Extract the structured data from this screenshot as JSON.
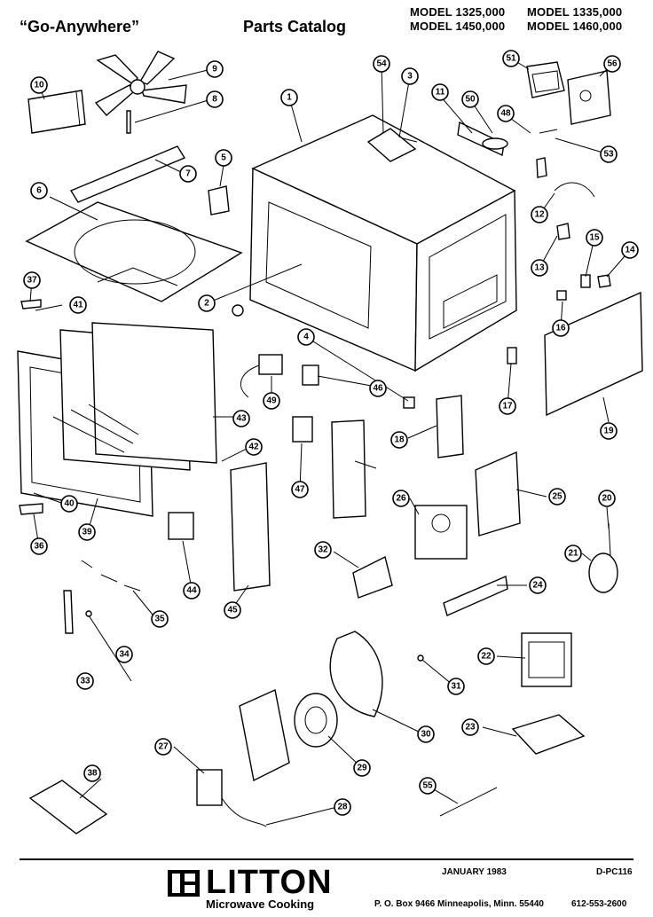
{
  "header": {
    "title_left": "“Go-Anywhere”",
    "title_center": "Parts Catalog",
    "models": [
      "MODEL 1325,000",
      "MODEL 1335,000",
      "MODEL 1450,000",
      "MODEL 1460,000"
    ]
  },
  "callouts": [
    "1",
    "2",
    "3",
    "4",
    "5",
    "6",
    "7",
    "8",
    "9",
    "10",
    "11",
    "12",
    "13",
    "14",
    "15",
    "16",
    "17",
    "18",
    "19",
    "20",
    "21",
    "22",
    "23",
    "24",
    "25",
    "26",
    "27",
    "28",
    "29",
    "30",
    "31",
    "32",
    "33",
    "34",
    "35",
    "36",
    "37",
    "38",
    "39",
    "40",
    "41",
    "42",
    "43",
    "44",
    "45",
    "46",
    "47",
    "48",
    "49",
    "50",
    "51",
    "53",
    "54",
    "55",
    "56"
  ],
  "footer": {
    "brand": "LITTON",
    "sub_brand": "Microwave Cooking",
    "date": "JANUARY 1983",
    "doc_code": "D-PC116",
    "address": "P. O. Box 9466   Minneapolis, Minn. 55440",
    "phone": "612-553-2600"
  }
}
